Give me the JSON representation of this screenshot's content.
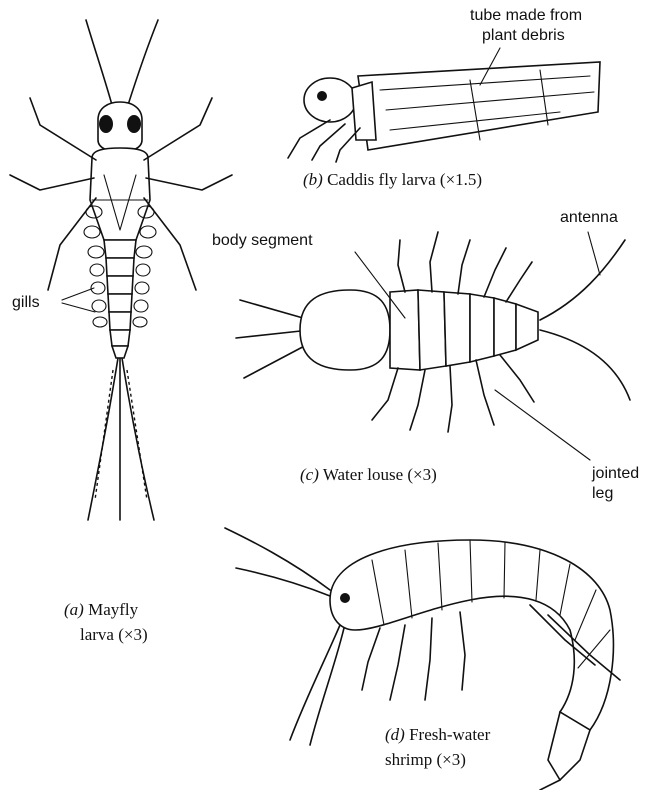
{
  "figure": {
    "panels": {
      "a": {
        "letter": "(a)",
        "caption_rest": " Mayfly",
        "caption_line2": "larva (×3)",
        "labels": {
          "gills": "gills"
        }
      },
      "b": {
        "letter": "(b)",
        "caption_rest": " Caddis fly larva (×1.5)",
        "labels": {
          "tube_line1": "tube made from",
          "tube_line2": "plant debris"
        }
      },
      "c": {
        "letter": "(c)",
        "caption_rest": " Water louse (×3)",
        "labels": {
          "body_segment": "body segment",
          "antenna": "antenna",
          "jointed_1": "jointed",
          "jointed_2": "leg"
        }
      },
      "d": {
        "letter": "(d)",
        "caption_rest": " Fresh-water",
        "caption_line2": "shrimp (×3)"
      }
    }
  }
}
